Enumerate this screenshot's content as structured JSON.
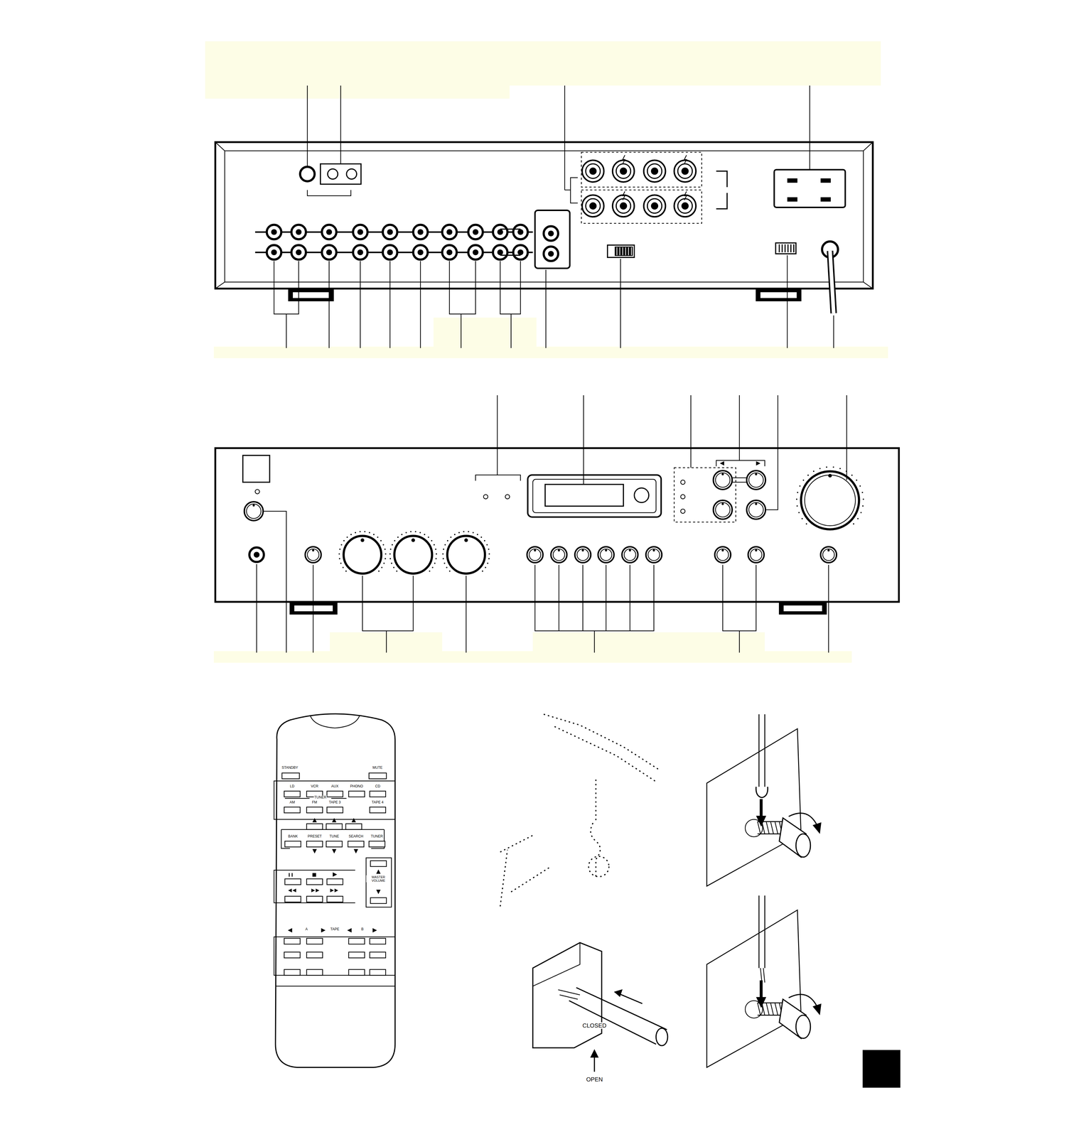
{
  "diagram": {
    "labels": [
      "STANDBY",
      "MUTE",
      "LD",
      "VCR",
      "AUX",
      "PHONO",
      "CD",
      "TUNER",
      "AM",
      "FM",
      "TAPE 3",
      "TAPE 4",
      "BANK",
      "PRESET",
      "TUNE",
      "SEARCH",
      "TUNER",
      "MASTER VOLUME",
      "TAPE",
      "A",
      "B",
      "CLOSED",
      "OPEN"
    ]
  }
}
